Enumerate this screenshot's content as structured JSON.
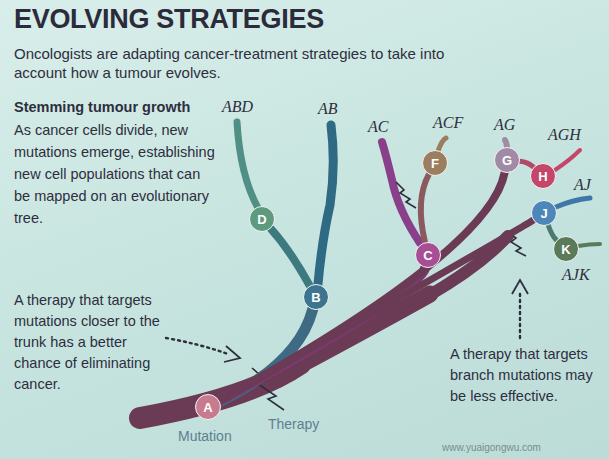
{
  "diagram": {
    "title": "EVOLVING STRATEGIES",
    "nodes": [
      {
        "text": [
          "A"
        ]
      },
      {
        "text": [
          "B"
        ]
      },
      {
        "text": [
          "D"
        ]
      },
      {
        "text": [
          "C"
        ]
      },
      {
        "text": [
          "F"
        ]
      },
      {
        "text": [
          "G"
        ]
      },
      {
        "text": [
          "H"
        ]
      },
      {
        "text": [
          "J"
        ]
      },
      {
        "text": [
          "K"
        ]
      }
    ],
    "edges": [
      {
        "from": 0,
        "to": 1,
        "arrow": "none"
      },
      {
        "from": 1,
        "to": 2,
        "arrow": "none"
      },
      {
        "from": 0,
        "to": 3,
        "arrow": "none"
      },
      {
        "from": 3,
        "to": 4,
        "arrow": "none"
      },
      {
        "from": 0,
        "to": 5,
        "arrow": "none"
      },
      {
        "from": 5,
        "to": 6,
        "arrow": "none"
      },
      {
        "from": 0,
        "to": 7,
        "arrow": "none"
      },
      {
        "from": 7,
        "to": 8,
        "arrow": "none"
      }
    ],
    "labels": [
      "Oncologists are adapting cancer-treatment strategies to take into account how a tumour evolves.",
      "Stemming tumour growth",
      "As cancer cells divide, new mutations emerge, establishing new cell populations that can be mapped on an evolutionary tree.",
      "A therapy that targets mutations closer to the trunk has a better chance of eliminating cancer.",
      "A therapy that targets branch mutations may be less effective.",
      "Mutation",
      "Therapy",
      "ABD",
      "AB",
      "AC",
      "ACF",
      "AG",
      "AGH",
      "AJ",
      "AJK",
      "www.yuaigongwu.com"
    ]
  }
}
